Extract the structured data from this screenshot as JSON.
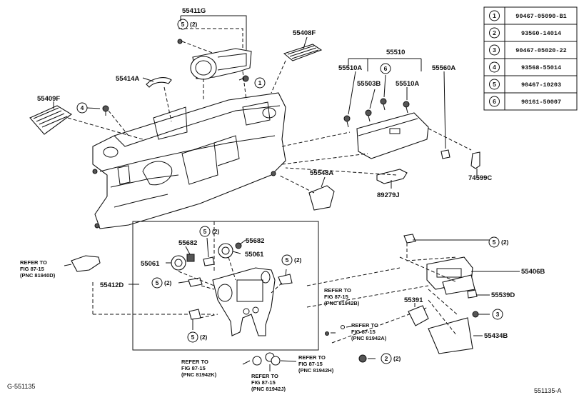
{
  "legend": [
    {
      "key": "1",
      "part": "90467-05090-B1"
    },
    {
      "key": "2",
      "part": "93560-14014"
    },
    {
      "key": "3",
      "part": "90467-05020-22"
    },
    {
      "key": "4",
      "part": "93568-55014"
    },
    {
      "key": "5",
      "part": "90467-10203"
    },
    {
      "key": "6",
      "part": "90161-50007"
    }
  ],
  "labels": {
    "p55411G": "55411G",
    "p55408F": "55408F",
    "p55414A": "55414A",
    "p55409F": "55409F",
    "p55510": "55510",
    "p55510A_1": "55510A",
    "p55503B": "55503B",
    "p55510A_2": "55510A",
    "p55560A": "55560A",
    "p55548A": "55548A",
    "p74599C": "74599C",
    "p89279J": "89279J",
    "p55682_1": "55682",
    "p55682_2": "55682",
    "p55061_1": "55061",
    "p55061_2": "55061",
    "p55412D": "55412D",
    "p55406B": "55406B",
    "p55391": "55391",
    "p55539D": "55539D",
    "p55434B": "55434B"
  },
  "callouts": {
    "c1": "1",
    "c2": "2",
    "c3": "3",
    "c4": "4",
    "c5a": "5",
    "c5b": "5",
    "c5c": "5",
    "c5d": "5",
    "c5e": "5",
    "c5f": "5",
    "c6": "6",
    "q2": "(2)"
  },
  "refs": {
    "r81940D": [
      "REFER TO",
      "FIG 87-15",
      "(PNC 81940D)"
    ],
    "r81942B": [
      "REFER TO",
      "FIG 87-15",
      "(PNC 81942B)"
    ],
    "r81942A": [
      "REFER TO",
      "FIG 87-15",
      "(PNC 81942A)"
    ],
    "r81942K": [
      "REFER TO",
      "FIG 87-15",
      "(PNC 81942K)"
    ],
    "r81942H": [
      "REFER TO",
      "FIG 87-15",
      "(PNC 81942H)"
    ],
    "r81942J": [
      "REFER TO",
      "FIG 87-15",
      "(PNC 81942J)"
    ]
  },
  "footer": {
    "left": "G-551135",
    "right": "551135-A"
  }
}
